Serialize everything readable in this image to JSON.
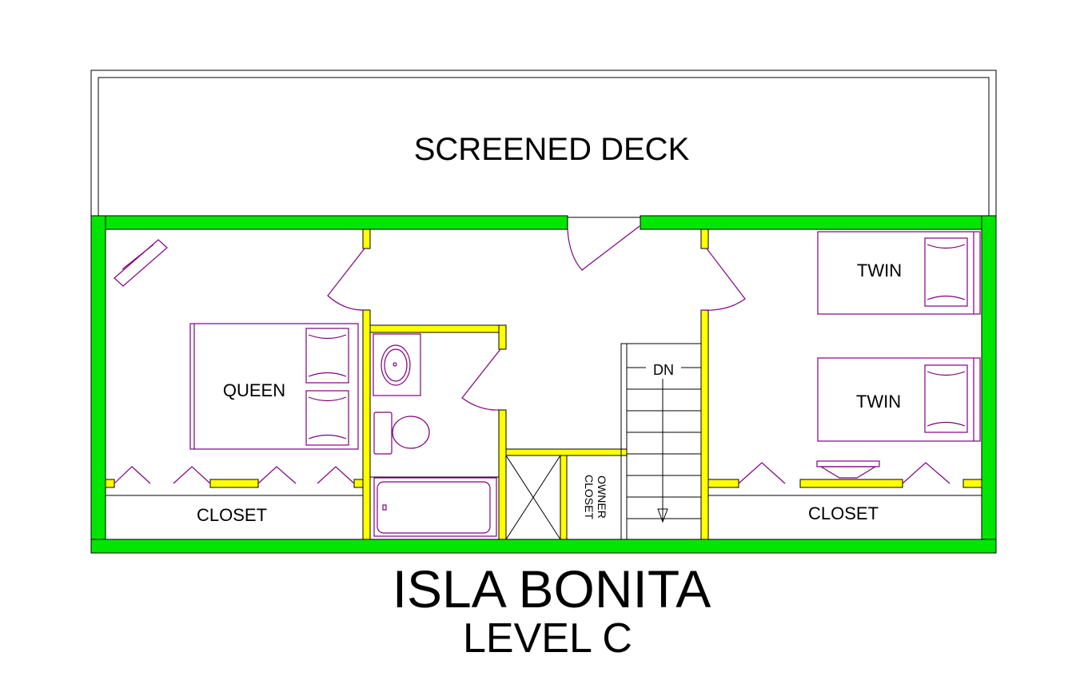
{
  "labels": {
    "deck": "SCREENED DECK",
    "queen": "QUEEN",
    "twin_top": "TWIN",
    "twin_bottom": "TWIN",
    "closet_left": "CLOSET",
    "closet_right": "CLOSET",
    "stairs": "DN",
    "owner_closet_line1": "OWNER",
    "owner_closet_line2": "CLOSET"
  },
  "title": {
    "name": "ISLA BONITA",
    "level": "LEVEL C"
  },
  "colors": {
    "exterior_wall": "#00e600",
    "interior_wall": "#ffff00",
    "wall_outline": "#000000",
    "furniture": "#800080",
    "text": "#000000"
  }
}
